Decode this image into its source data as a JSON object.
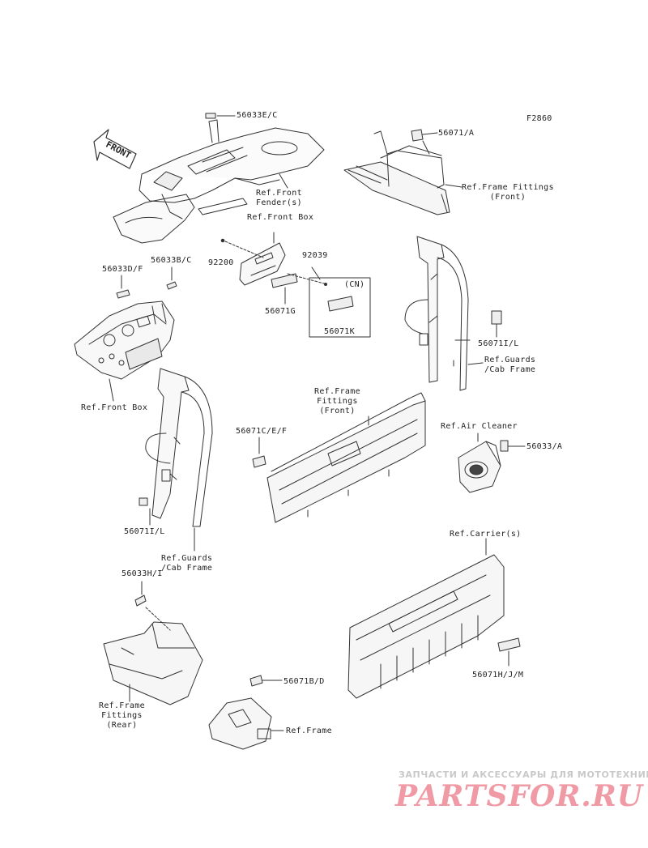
{
  "figure_code": "F2860",
  "front_arrow": "FRONT",
  "labels": {
    "p56033EC": "56033E/C",
    "ref_front_fender": "Ref.Front\nFender(s)",
    "p56071A": "56071/A",
    "ref_frame_fittings_front_top": "Ref.Frame Fittings\n(Front)",
    "ref_front_box_top": "Ref.Front Box",
    "p92200": "92200",
    "p92039": "92039",
    "cn": "(CN)",
    "p56071G": "56071G",
    "p56071K": "56071K",
    "p56033DF": "56033D/F",
    "p56033BC": "56033B/C",
    "ref_front_box_left": "Ref.Front Box",
    "p56071IL_right": "56071I/L",
    "ref_guards_cab_right": "Ref.Guards\n/Cab Frame",
    "ref_frame_fittings_front_mid": "Ref.Frame\nFittings\n(Front)",
    "p56071CEF": "56071C/E/F",
    "ref_air_cleaner": "Ref.Air Cleaner",
    "p56033A": "56033/A",
    "p56071IL_left": "56071I/L",
    "ref_guards_cab_left": "Ref.Guards\n/Cab Frame",
    "ref_carriers": "Ref.Carrier(s)",
    "p56033HI": "56033H/I",
    "p56071HJM": "56071H/J/M",
    "ref_frame_fittings_rear": "Ref.Frame\nFittings\n(Rear)",
    "p56071BD": "56071B/D",
    "ref_frame": "Ref.Frame"
  },
  "watermark": {
    "tagline": "ЗАПЧАСТИ И АКСЕССУАРЫ ДЛЯ МОТОТЕХНИКИ",
    "logo": "PARTSFOR.RU",
    "color": "#ef9aa4"
  }
}
